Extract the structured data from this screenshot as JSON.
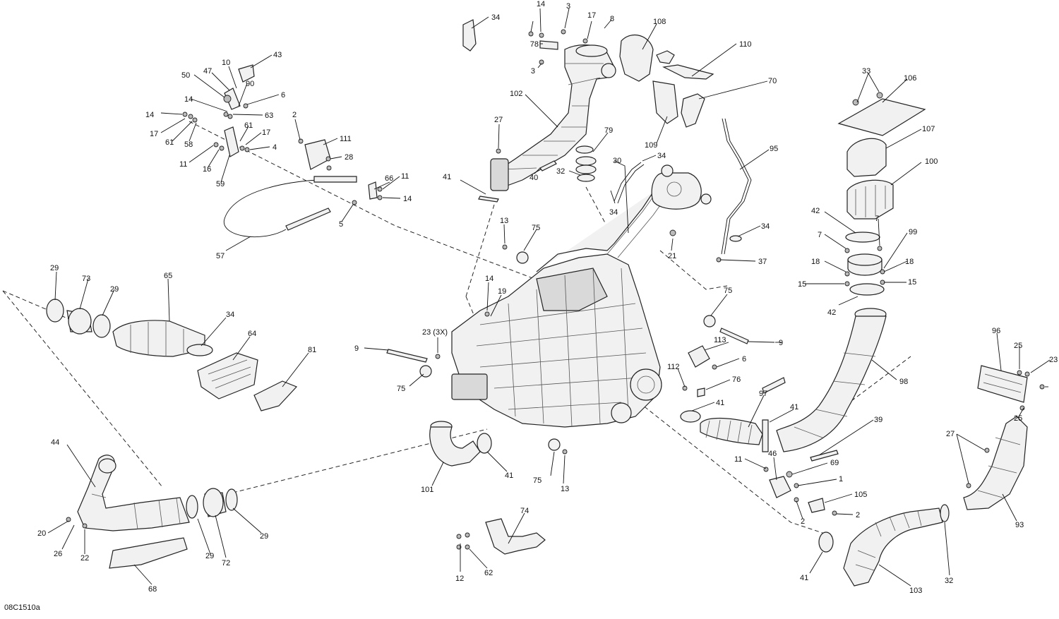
{
  "drawing_ref": "08C1510a",
  "callouts": {
    "c34a": "34",
    "c14a": "14",
    "c3a": "3",
    "c17a": "17",
    "c8": "8",
    "c78": "78",
    "c3b": "3",
    "c108": "108",
    "c110": "110",
    "c43": "43",
    "c10": "10",
    "c47": "47",
    "c50": "50",
    "c90": "90",
    "c6a": "6",
    "c14b": "14",
    "c63": "63",
    "c14c": "14",
    "c17b": "17",
    "c61a": "61",
    "c58": "58",
    "c61b": "61",
    "c17c": "17",
    "c4": "4",
    "c11a": "11",
    "c16": "16",
    "c59": "59",
    "c2a": "2",
    "c111": "111",
    "c28": "28",
    "c102": "102",
    "c27a": "27",
    "c79": "79",
    "c70": "70",
    "c109": "109",
    "c95": "95",
    "c33": "33",
    "c106": "106",
    "c107": "107",
    "c100": "100",
    "c66": "66",
    "c11b": "11",
    "c14d": "14",
    "c5": "5",
    "c57": "57",
    "c41a": "41",
    "c40": "40",
    "c32a": "32",
    "c30": "30",
    "c34b": "34",
    "c34c": "34",
    "c13a": "13",
    "c75a": "75",
    "c21": "21",
    "c34d": "34",
    "c37": "37",
    "c42a": "42",
    "c7a": "7",
    "c7b": "7",
    "c99": "99",
    "c18a": "18",
    "c18b": "18",
    "c15a": "15",
    "c15b": "15",
    "c42b": "42",
    "c29a": "29",
    "c73": "73",
    "c29b": "29",
    "c65": "65",
    "c34e": "34",
    "c64": "64",
    "c81": "81",
    "c14e": "14",
    "c19": "19",
    "c23": "23 (3X)",
    "c9a": "9",
    "c75b": "75",
    "c75c": "75",
    "c9b": "9",
    "c113": "113",
    "c6b": "6",
    "c112": "112",
    "c76": "76",
    "c41b": "41",
    "c97": "97",
    "c41c": "41",
    "c98": "98",
    "c96": "96",
    "c25a": "25",
    "c23b": "23",
    "c25b": "25",
    "c39": "39",
    "c27b": "27",
    "c44": "44",
    "c101": "101",
    "c41d": "41",
    "c75d": "75",
    "c13b": "13",
    "c11c": "11",
    "c46": "46",
    "c69": "69",
    "c1": "1",
    "c105": "105",
    "c2b": "2",
    "c2c": "2",
    "c93": "93",
    "c20": "20",
    "c26": "26",
    "c22": "22",
    "c29c": "29",
    "c72": "72",
    "c29d": "29",
    "c68": "68",
    "c74": "74",
    "c12": "12",
    "c62": "62",
    "c41e": "41",
    "c32b": "32",
    "c103": "103"
  }
}
